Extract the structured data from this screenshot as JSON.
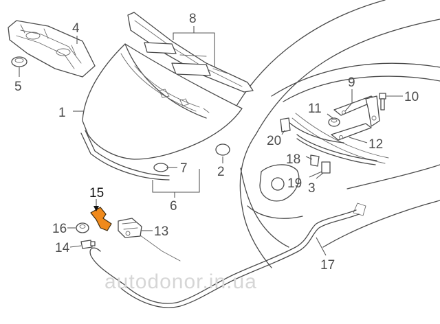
{
  "diagram": {
    "watermark": "autodonor.in.ua",
    "accent_color": "#f08a1c",
    "highlighted_part": "15",
    "callouts": [
      {
        "id": "1",
        "label": "1"
      },
      {
        "id": "2",
        "label": "2"
      },
      {
        "id": "3",
        "label": "3"
      },
      {
        "id": "4",
        "label": "4"
      },
      {
        "id": "5",
        "label": "5"
      },
      {
        "id": "6",
        "label": "6"
      },
      {
        "id": "7",
        "label": "7"
      },
      {
        "id": "8",
        "label": "8"
      },
      {
        "id": "9",
        "label": "9"
      },
      {
        "id": "10",
        "label": "10"
      },
      {
        "id": "11",
        "label": "11"
      },
      {
        "id": "12",
        "label": "12"
      },
      {
        "id": "13",
        "label": "13"
      },
      {
        "id": "14",
        "label": "14"
      },
      {
        "id": "15",
        "label": "15"
      },
      {
        "id": "16",
        "label": "16"
      },
      {
        "id": "17",
        "label": "17"
      },
      {
        "id": "18",
        "label": "18"
      },
      {
        "id": "19",
        "label": "19"
      },
      {
        "id": "20",
        "label": "20"
      }
    ]
  }
}
